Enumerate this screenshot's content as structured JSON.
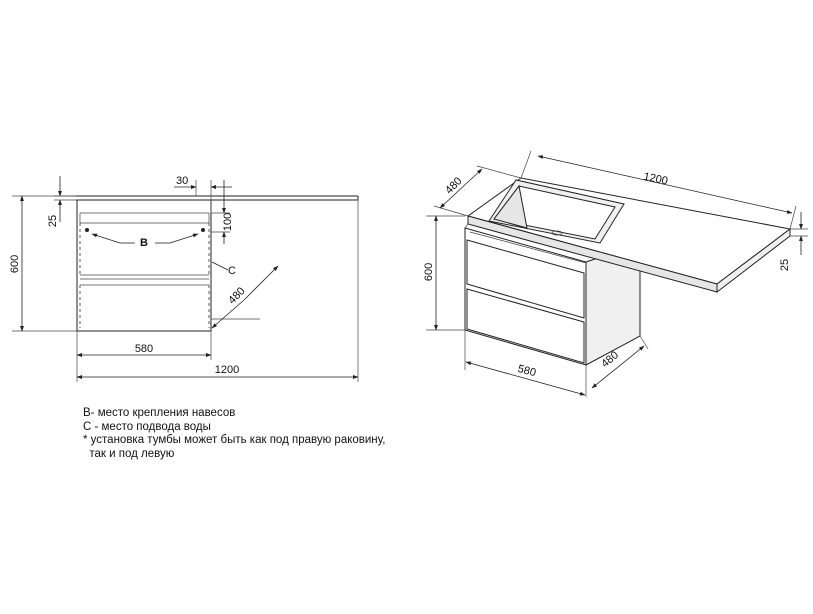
{
  "front_view": {
    "dim_30": "30",
    "dim_25": "25",
    "dim_100": "100",
    "dim_600": "600",
    "dim_480": "480",
    "dim_580": "580",
    "dim_1200": "1200",
    "label_b": "B",
    "label_c": "C"
  },
  "iso_view": {
    "dim_480_top": "480",
    "dim_1200": "1200",
    "dim_600": "600",
    "dim_25": "25",
    "dim_580": "580",
    "dim_480_side": "480"
  },
  "notes": [
    "B- место крепления навесов",
    "С - место подвода воды",
    "* установка тумбы может быть как под правую раковину,",
    "  так и под левую"
  ]
}
